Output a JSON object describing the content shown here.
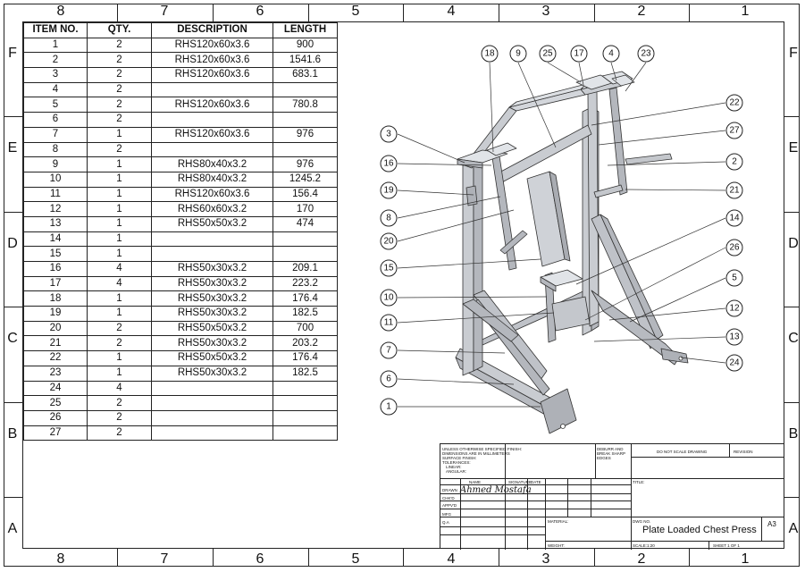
{
  "zones": {
    "columns": [
      "8",
      "7",
      "6",
      "5",
      "4",
      "3",
      "2",
      "1"
    ],
    "rows": [
      "F",
      "E",
      "D",
      "C",
      "B",
      "A"
    ]
  },
  "bom": {
    "headers": [
      "ITEM NO.",
      "QTY.",
      "DESCRIPTION",
      "LENGTH"
    ],
    "rows": [
      [
        "1",
        "2",
        "RHS120x60x3.6",
        "900"
      ],
      [
        "2",
        "2",
        "RHS120x60x3.6",
        "1541.6"
      ],
      [
        "3",
        "2",
        "RHS120x60x3.6",
        "683.1"
      ],
      [
        "4",
        "2",
        "",
        ""
      ],
      [
        "5",
        "2",
        "RHS120x60x3.6",
        "780.8"
      ],
      [
        "6",
        "2",
        "",
        ""
      ],
      [
        "7",
        "1",
        "RHS120x60x3.6",
        "976"
      ],
      [
        "8",
        "2",
        "",
        ""
      ],
      [
        "9",
        "1",
        "RHS80x40x3.2",
        "976"
      ],
      [
        "10",
        "1",
        "RHS80x40x3.2",
        "1245.2"
      ],
      [
        "11",
        "1",
        "RHS120x60x3.6",
        "156.4"
      ],
      [
        "12",
        "1",
        "RHS60x60x3.2",
        "170"
      ],
      [
        "13",
        "1",
        "RHS50x50x3.2",
        "474"
      ],
      [
        "14",
        "1",
        "",
        ""
      ],
      [
        "15",
        "1",
        "",
        ""
      ],
      [
        "16",
        "4",
        "RHS50x30x3.2",
        "209.1"
      ],
      [
        "17",
        "4",
        "RHS50x30x3.2",
        "223.2"
      ],
      [
        "18",
        "1",
        "RHS50x30x3.2",
        "176.4"
      ],
      [
        "19",
        "1",
        "RHS50x30x3.2",
        "182.5"
      ],
      [
        "20",
        "2",
        "RHS50x50x3.2",
        "700"
      ],
      [
        "21",
        "2",
        "RHS50x30x3.2",
        "203.2"
      ],
      [
        "22",
        "1",
        "RHS50x50x3.2",
        "176.4"
      ],
      [
        "23",
        "1",
        "RHS50x30x3.2",
        "182.5"
      ],
      [
        "24",
        "4",
        "",
        ""
      ],
      [
        "25",
        "2",
        "",
        ""
      ],
      [
        "26",
        "2",
        "",
        ""
      ],
      [
        "27",
        "2",
        "",
        ""
      ]
    ]
  },
  "balloons": [
    "18",
    "9",
    "25",
    "17",
    "4",
    "23",
    "22",
    "27",
    "2",
    "21",
    "14",
    "26",
    "5",
    "12",
    "13",
    "24",
    "3",
    "16",
    "19",
    "8",
    "20",
    "15",
    "10",
    "11",
    "7",
    "6",
    "1"
  ],
  "title_block": {
    "tolerance_note": [
      "UNLESS OTHERWISE SPECIFIED:",
      "DIMENSIONS ARE IN MILLIMETERS",
      "SURFACE FINISH:",
      "TOLERANCES:",
      "LINEAR:",
      "ANGULAR:"
    ],
    "finish_label": "FINISH:",
    "deburr_note": [
      "DEBURR AND",
      "BREAK SHARP",
      "EDGES"
    ],
    "do_not_scale": "DO NOT SCALE DRAWING",
    "revision_label": "REVISION",
    "col_name": "NAME",
    "col_signature": "SIGNATURE",
    "col_date": "DATE",
    "title_label": "TITLE:",
    "row_drawn": "DRAWN",
    "row_chkd": "CHK'D",
    "row_appvd": "APPV'D",
    "row_mfg": "MFG",
    "row_qa": "Q.A",
    "drawn_by": "Ahmed Mostafa",
    "material_label": "MATERIAL:",
    "dwg_no_label": "DWG NO.",
    "drawing_title": "Plate Loaded Chest Press",
    "sheet_size": "A3",
    "weight_label": "WEIGHT:",
    "scale": "SCALE:1:20",
    "sheet": "SHEET 1 OF 1"
  }
}
